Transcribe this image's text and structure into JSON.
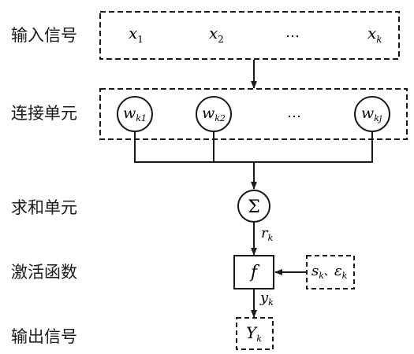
{
  "row_labels": {
    "input": "输入信号",
    "connect": "连接单元",
    "sum": "求和单元",
    "activate": "激活函数",
    "output": "输出信号"
  },
  "inputs": {
    "x1": {
      "base": "x",
      "sub": "1"
    },
    "x2": {
      "base": "x",
      "sub": "2"
    },
    "ellipsis": "…",
    "xk": {
      "base": "x",
      "sub": "k"
    }
  },
  "weights": {
    "wk1": {
      "base": "w",
      "sub": "k1"
    },
    "wk2": {
      "base": "w",
      "sub": "k2"
    },
    "ellipsis": "…",
    "wkj": {
      "base": "w",
      "sub": "kj"
    }
  },
  "sum_symbol": "Σ",
  "sum_output": {
    "base": "r",
    "sub": "k"
  },
  "activation_symbol": "f",
  "activation_params": {
    "s_base": "s",
    "s_sub": "k",
    "sep": "、",
    "e_base": "ε",
    "e_sub": "k"
  },
  "activation_output": {
    "base": "y",
    "sub": "k"
  },
  "final_output": {
    "base": "Y",
    "sub": "k"
  }
}
